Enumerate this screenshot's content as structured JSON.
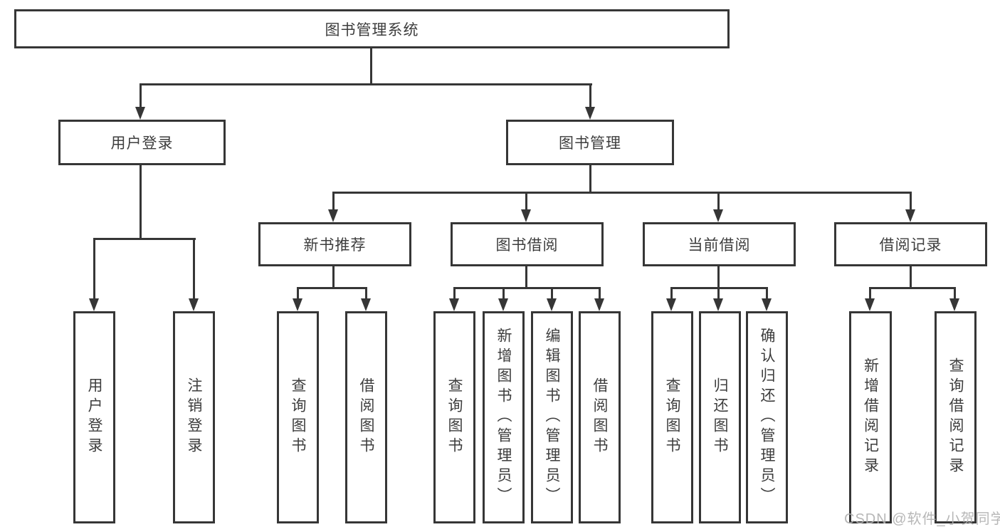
{
  "colors": {
    "line": "#363636",
    "text": "#3d3d3d",
    "box_background": "#ffffff",
    "watermark": "#b0b0b0"
  },
  "tree": {
    "root": {
      "label": "图书管理系统"
    },
    "level2": [
      {
        "label": "用户登录",
        "leaves": [
          {
            "label": "用户登录"
          },
          {
            "label": "注销登录"
          }
        ]
      },
      {
        "label": "图书管理",
        "children": [
          {
            "label": "新书推荐",
            "leaves": [
              {
                "label": "查询图书"
              },
              {
                "label": "借阅图书"
              }
            ]
          },
          {
            "label": "图书借阅",
            "leaves": [
              {
                "label": "查询图书"
              },
              {
                "label": "新增图书（管理员）"
              },
              {
                "label": "编辑图书（管理员）"
              },
              {
                "label": "借阅图书"
              }
            ]
          },
          {
            "label": "当前借阅",
            "leaves": [
              {
                "label": "查询图书"
              },
              {
                "label": "归还图书"
              },
              {
                "label": "确认归还（管理员）"
              }
            ]
          },
          {
            "label": "借阅记录",
            "leaves": [
              {
                "label": "新增借阅记录"
              },
              {
                "label": "查询借阅记录"
              }
            ]
          }
        ]
      }
    ]
  },
  "watermark": {
    "text": "CSDN @软件_小贺同学"
  }
}
